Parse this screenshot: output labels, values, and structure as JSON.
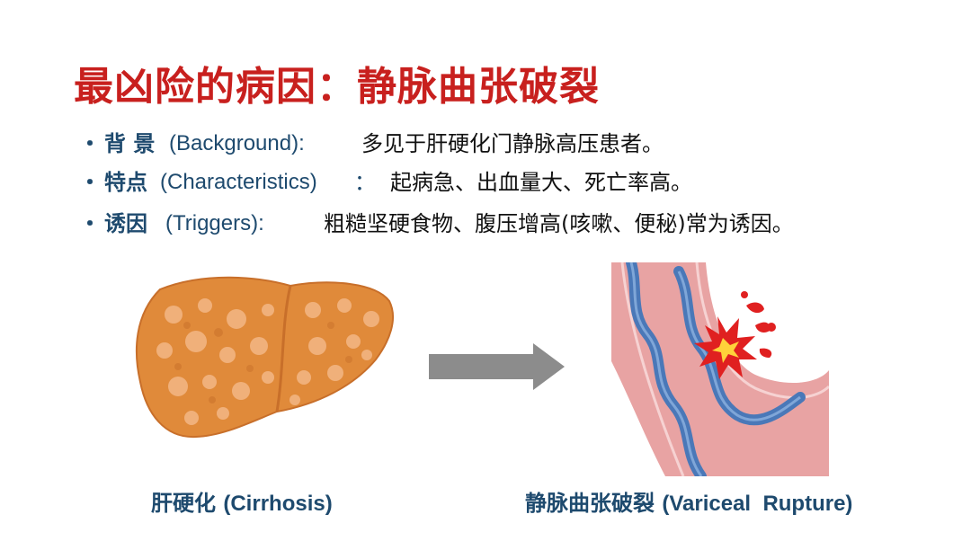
{
  "title": "最凶险的病因：静脉曲张破裂",
  "bullets": [
    {
      "marker": "・",
      "label": "背 景",
      "label_en": "(Background):",
      "colon": "",
      "text": "多见于肝硬化门静脉高压患者。"
    },
    {
      "marker": "・",
      "label": "特点",
      "label_en": "(Characteristics)",
      "colon": "：",
      "text": "起病急、出血量大、死亡率高。"
    },
    {
      "marker": "・",
      "label": "诱因",
      "label_en": "(Triggers):",
      "colon": "",
      "text": "粗糙坚硬食物、腹压增高(咳嗽、便秘)常为诱因。"
    }
  ],
  "captions": {
    "liver_cn": "肝硬化",
    "liver_en": "(Cirrhosis)",
    "varix_cn": "静脉曲张破裂",
    "varix_en": "(Variceal  Rupture)"
  },
  "icons": {
    "liver": "cirrhotic-liver-illustration",
    "arrow": "right-arrow-icon",
    "varix": "ruptured-esophageal-varix-illustration"
  },
  "colors": {
    "title": "#c8201e",
    "label": "#1e4a6e",
    "liver": "#e08a3a",
    "vein": "#4a78b8",
    "tissue": "#e8a3a3",
    "rupture": "#e02020"
  }
}
